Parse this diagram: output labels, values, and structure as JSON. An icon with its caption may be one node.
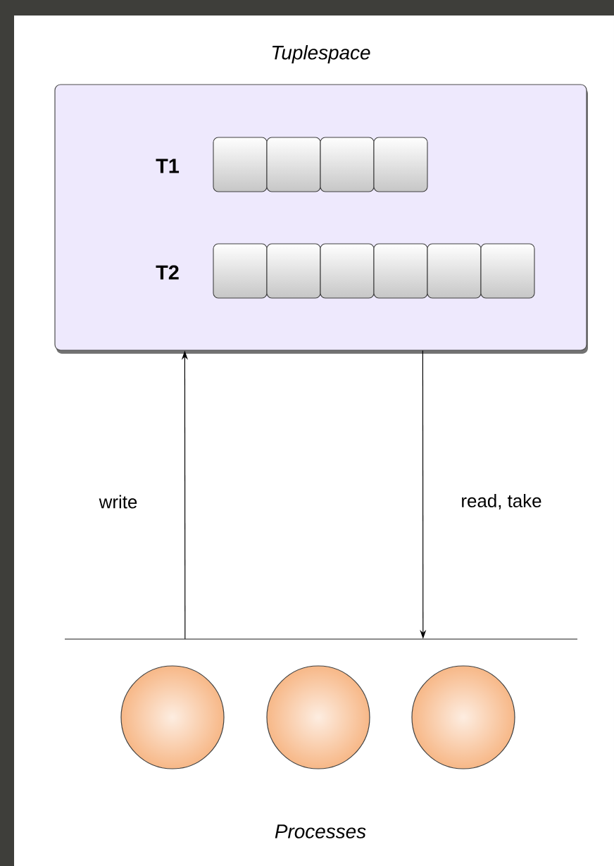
{
  "diagram": {
    "nodes": [
      {
        "text": [
          "Tuplespace"
        ]
      },
      {
        "text": [],
        "shape": "bar",
        "in": 0,
        "beside": [
          "T1"
        ]
      },
      {
        "text": [],
        "shape": "bar",
        "in": 0,
        "beside": [
          "T2"
        ]
      },
      {
        "text": [
          "Processes"
        ]
      },
      {
        "text": [],
        "shape": "circle",
        "in": 3
      },
      {
        "text": [],
        "shape": "circle",
        "in": 3
      },
      {
        "text": [],
        "shape": "circle",
        "in": 3
      }
    ],
    "edges": [
      {
        "from": 3,
        "to": 0,
        "arrow": "to",
        "label": "write"
      },
      {
        "from": 0,
        "to": 3,
        "arrow": "to",
        "label": "read, take"
      }
    ]
  }
}
